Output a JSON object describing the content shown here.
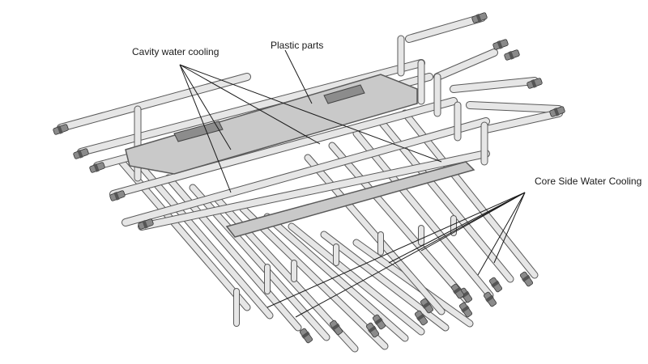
{
  "labels": {
    "cavity": "Cavity water cooling",
    "plastic": "Plastic parts",
    "core": "Core Side Water Cooling"
  },
  "colors": {
    "pipe_fill": "#e6e6e6",
    "pipe_stroke": "#5a5a5a",
    "part_fill": "#c9c9c9",
    "leader": "#1a1a1a",
    "fitting": "#8a8a8a"
  },
  "icons": {
    "fitting": "hose-fitting-icon"
  }
}
